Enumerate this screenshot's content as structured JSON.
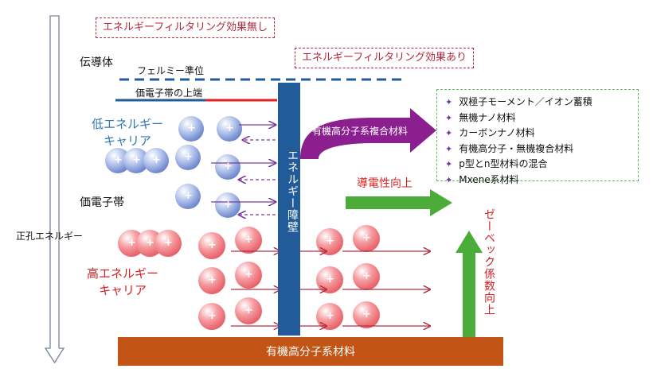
{
  "labels": {
    "no_filtering": "エネルギーフィルタリング効果無し",
    "with_filtering": "エネルギーフィルタリング効果あり",
    "conduction_band": "伝導体",
    "fermi_level": "フェルミー準位",
    "valence_band_top": "価電子帯の上端",
    "low_energy_carrier_line1": "低エネルギー",
    "low_energy_carrier_line2": "キャリア",
    "valence_band": "価電子帯",
    "hole_energy": "正孔エネルギー",
    "high_energy_carrier_line1": "高エネルギー",
    "high_energy_carrier_line2": "キャリア",
    "energy_barrier": "エネルギー障壁",
    "composite_arrow": "有機高分子系複合材料",
    "conductivity_up": "導電性向上",
    "seebeck_up": "ゼーベック係数向上",
    "base_material": "有機高分子系材料",
    "carrier_symbol": "+"
  },
  "legend": {
    "items": [
      "双極子モーメント／イオン蓄積",
      "無機ナノ材料",
      "カーボンナノ材料",
      "有機高分子・無機複合材料",
      "p型とn型材料の混合",
      "Mxene系材料"
    ]
  },
  "colors": {
    "barrier": "#215b99",
    "base": "#c25515",
    "low_carrier": "#7f9ad6",
    "high_carrier": "#ef7b80",
    "green_arrow": "#4cac3a",
    "purple_arrow": "#8b1f8f",
    "red_text": "#d42020",
    "blue_text": "#2f78b5"
  }
}
